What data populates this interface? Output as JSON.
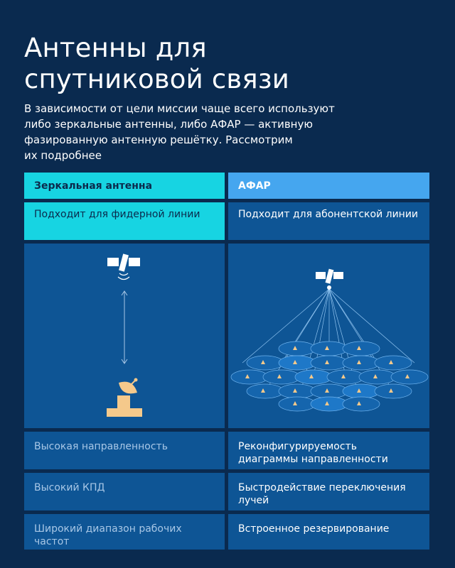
{
  "title": [
    "Антенны для",
    "спутниковой связи"
  ],
  "subtitle": [
    "В зависимости от цели миссии чаще всего используют",
    "либо зеркальные антенны, либо АФАР — активную",
    "фазированную антенную решётку. Рассмотрим",
    "их подробнее"
  ],
  "columns": {
    "left": {
      "header": "Зеркальная антенна",
      "use": "Подходит для фидерной линии",
      "features": [
        "Высокая направленность",
        "Высокий КПД",
        "Широкий диапазон рабочих частот"
      ]
    },
    "right": {
      "header": "АФАР",
      "use": "Подходит для абонентской линии",
      "features": [
        "Реконфигурируемость диаграммы направленности",
        "Быстродействие переключения лучей",
        "Встроенное резервирование"
      ]
    }
  },
  "colors": {
    "background": "#0a2a4f",
    "accent_cyan": "#17d4e2",
    "accent_blue": "#45a6ef",
    "panel": "#0e5595",
    "illustration_orange": "#f5c98b"
  },
  "icons": [
    "satellite-icon",
    "dish-antenna-icon",
    "double-arrow-icon",
    "beam-cells-icon"
  ]
}
